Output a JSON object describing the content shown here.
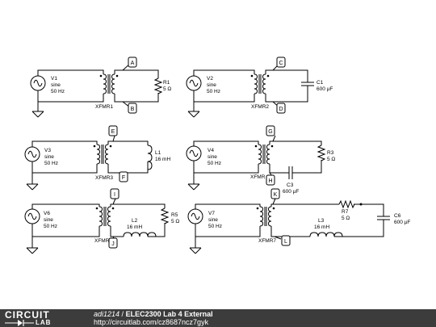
{
  "circuit": {
    "c1": {
      "source": "V1",
      "type": "sine",
      "freq": "50 Hz",
      "xfmr": "XFMR1",
      "top_node": "A",
      "bottom_node": "B",
      "load_name": "R1",
      "load_value": "5 Ω"
    },
    "c2": {
      "source": "V2",
      "type": "sine",
      "freq": "50 Hz",
      "xfmr": "XFMR2",
      "top_node": "C",
      "bottom_node": "D",
      "load_name": "C1",
      "load_value": "600 µF"
    },
    "c3": {
      "source": "V3",
      "type": "sine",
      "freq": "50 Hz",
      "xfmr": "XFMR3",
      "top_node": "E",
      "bottom_node": "F",
      "load_name": "L1",
      "load_value": "16 mH"
    },
    "c4": {
      "source": "V4",
      "type": "sine",
      "freq": "50 Hz",
      "xfmr": "XFMR",
      "top_node": "G",
      "bottom_node": "H",
      "load_name": "R3",
      "load_value": "5 Ω",
      "cap_name": "C3",
      "cap_value": "600 µF"
    },
    "c5": {
      "source": "V6",
      "type": "sine",
      "freq": "50 Hz",
      "xfmr": "XFMR",
      "top_node": "I",
      "bottom_node": "J",
      "load_name": "R5",
      "load_value": "5 Ω",
      "ind_name": "L2",
      "ind_value": "16 mH"
    },
    "c6": {
      "source": "V7",
      "type": "sine",
      "freq": "50 Hz",
      "xfmr": "XFMR7",
      "top_node": "K",
      "bottom_node": "L",
      "res_name": "R7",
      "res_value": "5 Ω",
      "ind_name": "L3",
      "ind_value": "16 mH",
      "cap_name": "C6",
      "cap_value": "600 µF"
    }
  },
  "footer": {
    "logo_top": "CIRCUIT",
    "logo_bottom": "LAB",
    "user": "adi1214",
    "separator": " / ",
    "title": "ELEC2300 Lab 4 External",
    "url": "http://circuitlab.com/cz8687ncz7gyk"
  }
}
